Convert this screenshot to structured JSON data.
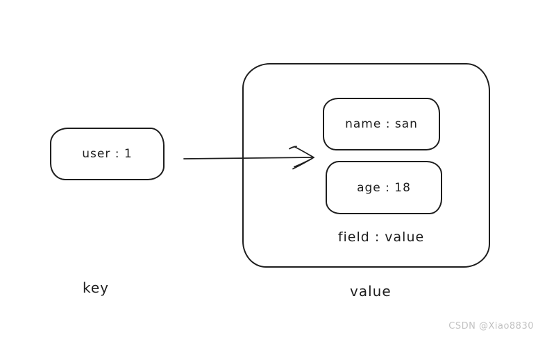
{
  "diagram": {
    "key_box": {
      "label": "user : 1"
    },
    "value_box": {
      "fields": [
        {
          "label": "name : san"
        },
        {
          "label": "age : 18"
        }
      ],
      "caption": "field : value"
    },
    "labels": {
      "key": "key",
      "value": "value"
    },
    "watermark": "CSDN @Xiao8830",
    "colors": {
      "stroke": "#1e1e1e",
      "background": "#ffffff",
      "watermark": "#c2c2c2"
    }
  }
}
